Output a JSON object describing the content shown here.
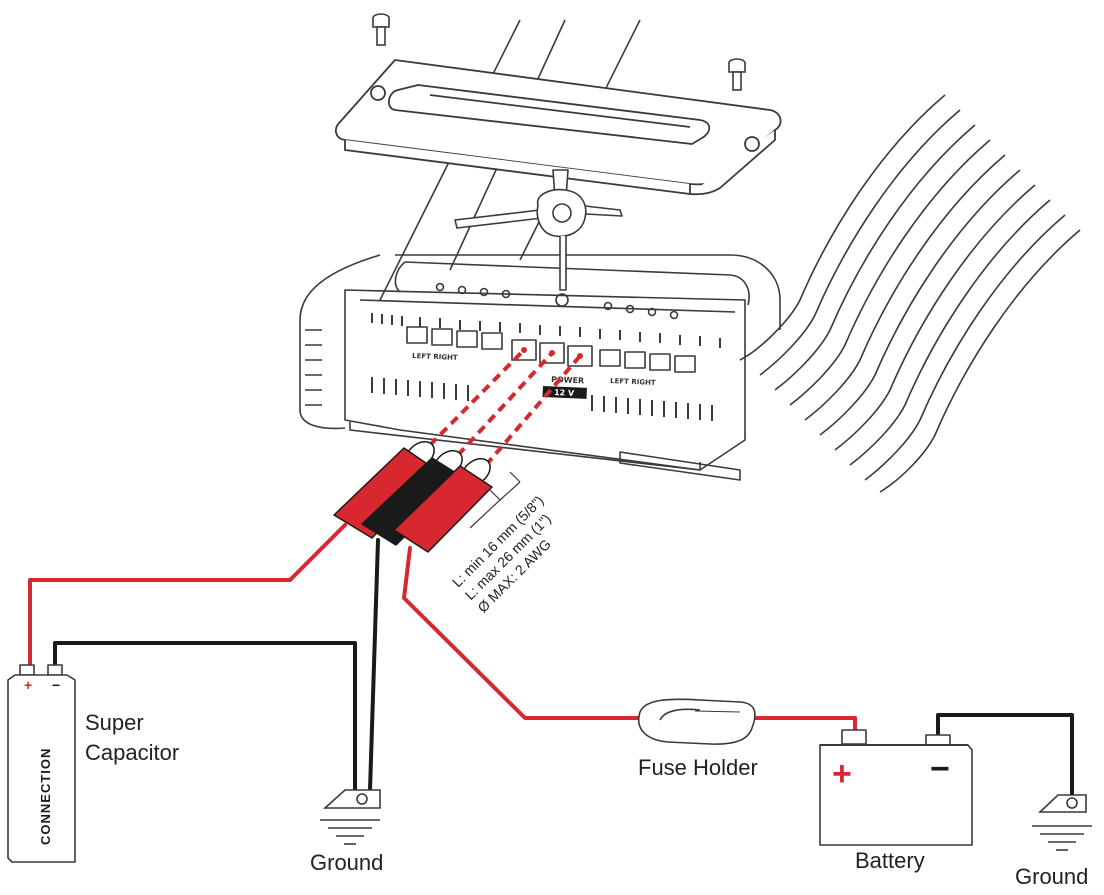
{
  "labels": {
    "super_capacitor_line1": "Super",
    "super_capacitor_line2": "Capacitor",
    "fuse_holder": "Fuse Holder",
    "battery": "Battery",
    "ground_left": "Ground",
    "ground_right": "Ground"
  },
  "cable_spec": {
    "line1": "L: min 16 mm (5/8\")",
    "line2": "L: max 26 mm (1\")",
    "line3": "Ø MAX: 2 AWG"
  },
  "amplifier_panel": {
    "left_speaker_label": "LEFT RIGHT",
    "right_speaker_label": "LEFT RIGHT",
    "power_label": "POWER",
    "voltage_label": "12 V"
  },
  "capacitor": {
    "brand": "CONNECTION",
    "plus_sign": "+",
    "minus_sign": "−"
  },
  "battery": {
    "plus_sign": "+",
    "minus_sign": "−"
  },
  "colors": {
    "positive_wire": "#d7282f",
    "ground_wire": "#1a1a1a",
    "outline": "#3a3a3a",
    "boot_red": "#d7282f"
  }
}
